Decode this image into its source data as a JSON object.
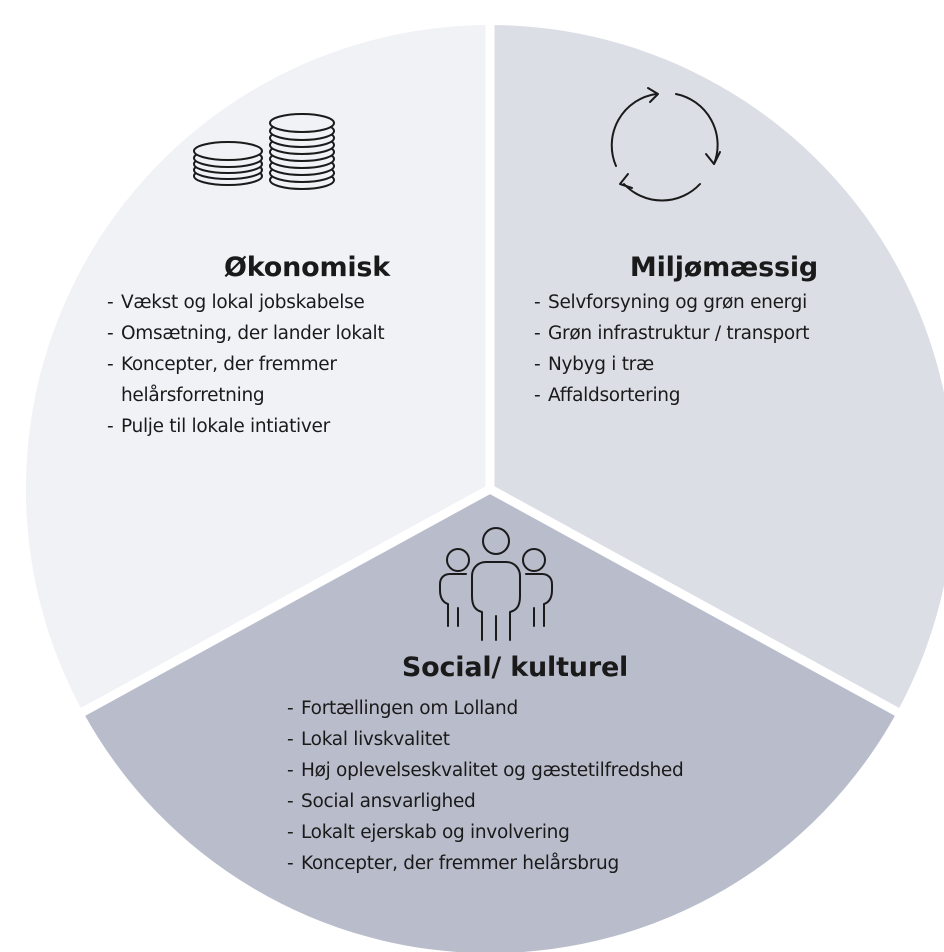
{
  "segments": [
    {
      "key": "okonomisk",
      "title": "Økonomisk",
      "icon": "coins-icon",
      "fill": "#f1f2f6",
      "items": [
        "Vækst og lokal jobskabelse",
        "Omsætning, der lander lokalt",
        "Koncepter, der fremmer helårsforretning",
        "Pulje til lokale intiativer"
      ]
    },
    {
      "key": "miljo",
      "title": "Miljømæssig",
      "icon": "recycle-cycle-icon",
      "fill": "#dcdee6",
      "items": [
        "Selvforsyning og grøn energi",
        "Grøn infrastruktur / transport",
        "Nybyg i træ",
        "Affaldsortering"
      ]
    },
    {
      "key": "social",
      "title": "Social/ kulturel",
      "icon": "people-group-icon",
      "fill": "#b9bdcb",
      "items": [
        "Fortællingen om Lolland",
        "Lokal livskvalitet",
        "Høj oplevelseskvalitet og gæstetilfredshed",
        "Social ansvarlighed",
        "Lokalt ejerskab og involvering",
        "Koncepter, der fremmer helårsbrug"
      ]
    }
  ],
  "colors": {
    "divider": "#ffffff",
    "icon_stroke": "#1a1a1a"
  }
}
